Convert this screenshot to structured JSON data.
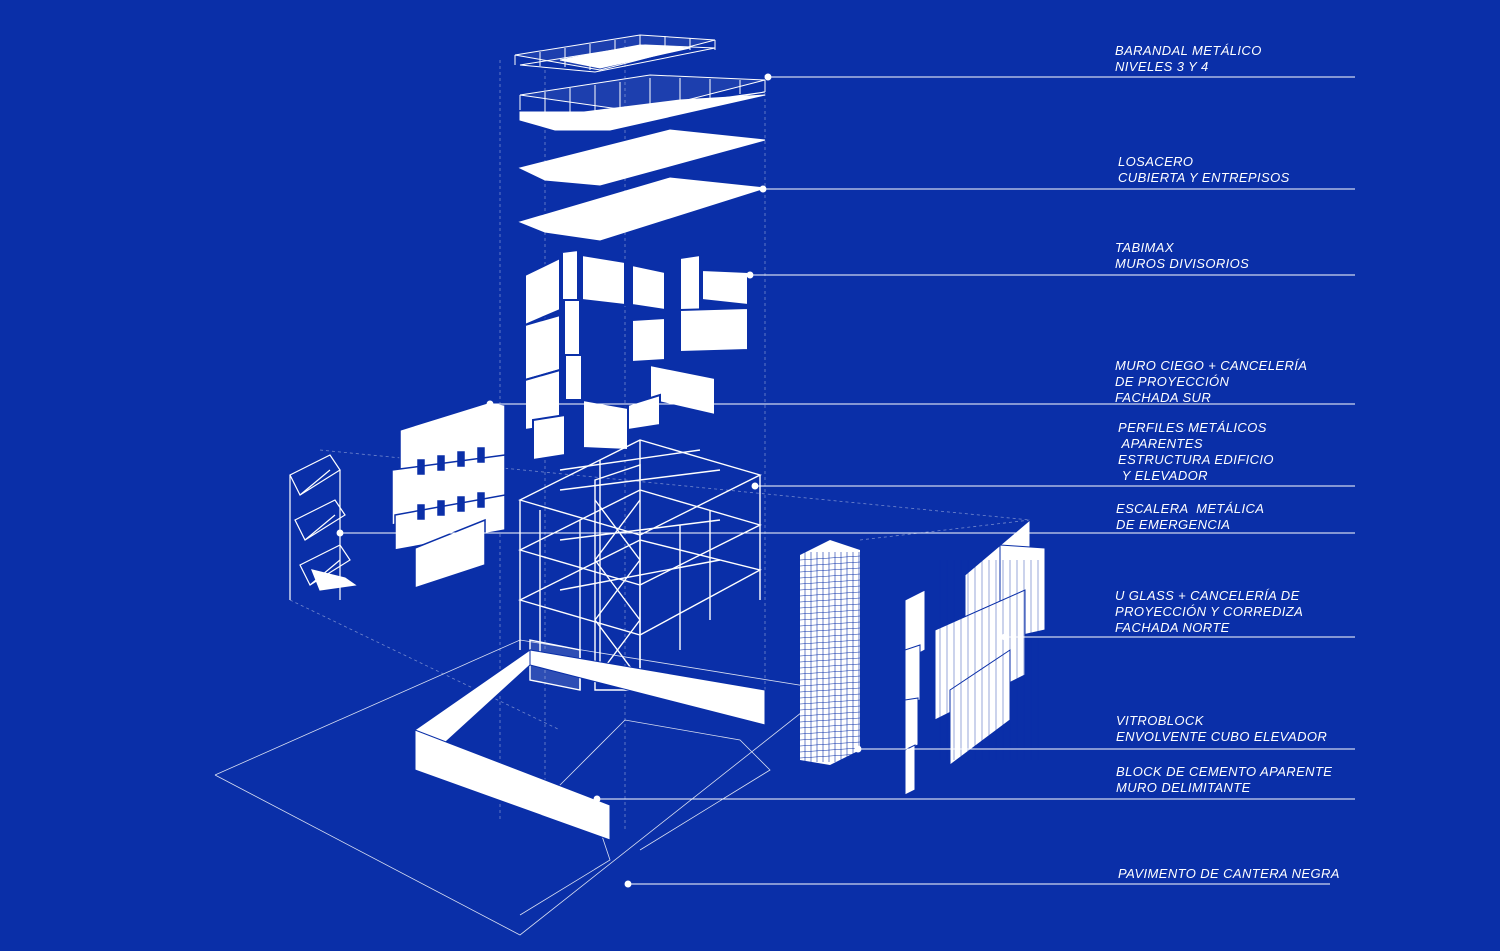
{
  "background_color": "#0a2fa8",
  "line_color": "#ffffff",
  "callouts": [
    {
      "lines": [
        "BARANDAL METÁLICO",
        "NIVELES 3 Y 4"
      ]
    },
    {
      "lines": [
        "LOSACERO",
        "CUBIERTA Y ENTREPISOS"
      ]
    },
    {
      "lines": [
        "TABIMAX",
        "MUROS DIVISORIOS"
      ]
    },
    {
      "lines": [
        "MURO CIEGO + CANCELERÍA",
        "DE PROYECCIÓN",
        "FACHADA SUR"
      ]
    },
    {
      "lines": [
        "PERFILES METÁLICOS",
        " APARENTES",
        "ESTRUCTURA EDIFICIO",
        " Y ELEVADOR"
      ]
    },
    {
      "lines": [
        "ESCALERA  METÁLICA",
        "DE EMERGENCIA"
      ]
    },
    {
      "lines": [
        "U GLASS + CANCELERÍA DE",
        "PROYECCIÓN Y CORREDIZA",
        "FACHADA NORTE"
      ]
    },
    {
      "lines": [
        "VITROBLOCK",
        "ENVOLVENTE CUBO ELEVADOR"
      ]
    },
    {
      "lines": [
        "BLOCK DE CEMENTO APARENTE",
        "MURO DELIMITANTE"
      ]
    },
    {
      "lines": [
        "PAVIMENTO DE CANTERA NEGRA"
      ]
    }
  ]
}
